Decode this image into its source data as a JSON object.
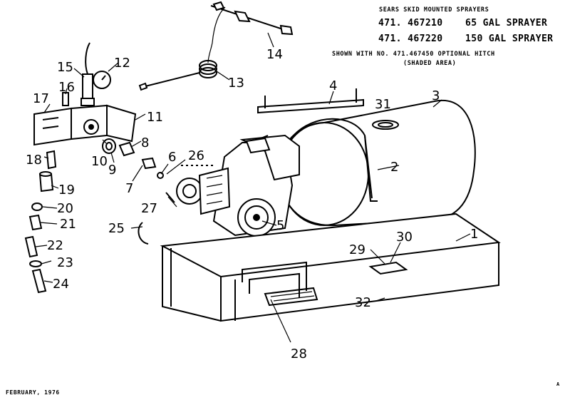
{
  "header": {
    "title": "SEARS SKID MOUNTED SPRAYERS",
    "models": [
      {
        "number": "471. 467210",
        "description": "65 GAL SPRAYER"
      },
      {
        "number": "471. 467220",
        "description": "150 GAL SPRAYER"
      }
    ],
    "note_line1": "SHOWN WITH NO. 471.467450 OPTIONAL HITCH",
    "note_line2": "(SHADED AREA)"
  },
  "footer": {
    "date": "FEBRUARY, 1976",
    "corner_mark": "A"
  },
  "callouts": [
    {
      "id": "c1",
      "label": "1"
    },
    {
      "id": "c2",
      "label": "2"
    },
    {
      "id": "c3",
      "label": "3"
    },
    {
      "id": "c4",
      "label": "4"
    },
    {
      "id": "c5",
      "label": "5"
    },
    {
      "id": "c6",
      "label": "6"
    },
    {
      "id": "c7",
      "label": "7"
    },
    {
      "id": "c8",
      "label": "8"
    },
    {
      "id": "c9",
      "label": "9"
    },
    {
      "id": "c10",
      "label": "10"
    },
    {
      "id": "c11",
      "label": "11"
    },
    {
      "id": "c12",
      "label": "12"
    },
    {
      "id": "c13",
      "label": "13"
    },
    {
      "id": "c14",
      "label": "14"
    },
    {
      "id": "c15",
      "label": "15"
    },
    {
      "id": "c16",
      "label": "16"
    },
    {
      "id": "c17",
      "label": "17"
    },
    {
      "id": "c18",
      "label": "18"
    },
    {
      "id": "c19",
      "label": "19"
    },
    {
      "id": "c20",
      "label": "20"
    },
    {
      "id": "c21",
      "label": "21"
    },
    {
      "id": "c22",
      "label": "22"
    },
    {
      "id": "c23",
      "label": "23"
    },
    {
      "id": "c24",
      "label": "24"
    },
    {
      "id": "c25",
      "label": "25"
    },
    {
      "id": "c26",
      "label": "26"
    },
    {
      "id": "c27",
      "label": "27"
    },
    {
      "id": "c28",
      "label": "28"
    },
    {
      "id": "c29",
      "label": "29"
    },
    {
      "id": "c30",
      "label": "30"
    },
    {
      "id": "c31",
      "label": "31"
    },
    {
      "id": "c32",
      "label": "32"
    }
  ]
}
